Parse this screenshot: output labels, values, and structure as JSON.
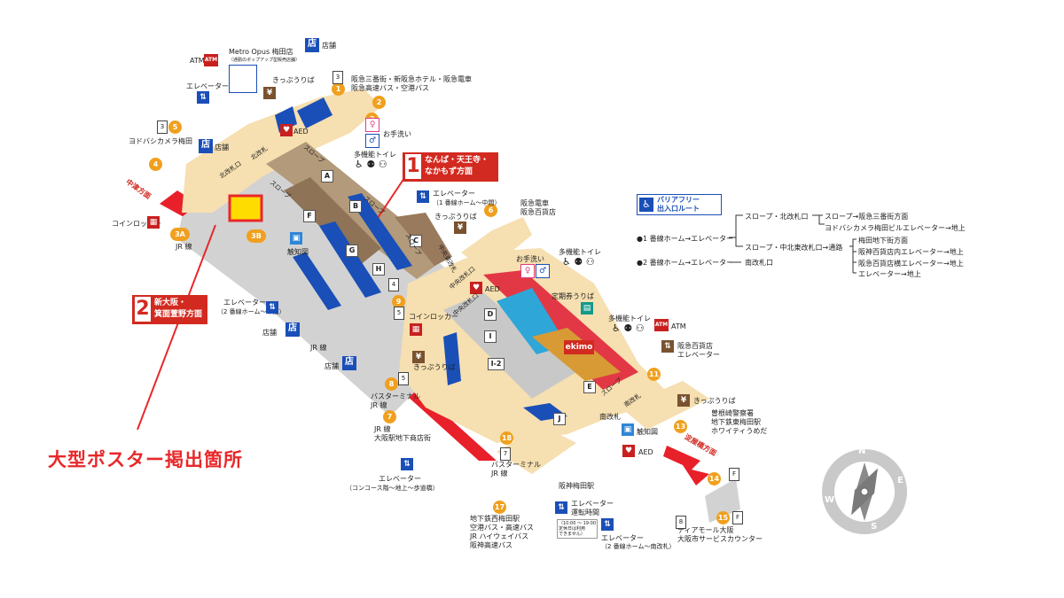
{
  "poster_label": "大型ポスター掲出箇所",
  "direction_boxes": [
    {
      "number": "1",
      "text": "なんば・天王寺・\nなかもず方面"
    },
    {
      "number": "2",
      "text": "新大阪・\n箕面萱野方面"
    }
  ],
  "directions": {
    "left": "中津方面",
    "right": "淀屋橋方面"
  },
  "exits": [
    {
      "id": "1",
      "label": "阪急三番街・新阪急ホテル・阪急電車\n阪急高速バス・空港バス"
    },
    {
      "id": "2",
      "label": ""
    },
    {
      "id": "3",
      "label": ""
    },
    {
      "id": "4",
      "label": "ヨドバシカメラ梅田"
    },
    {
      "id": "5",
      "label": ""
    },
    {
      "id": "6",
      "label": "阪急電車\n阪急百貨店"
    },
    {
      "id": "7",
      "label": "JR 線\n大阪駅地下商店街"
    },
    {
      "id": "8",
      "label": "バスターミナル\nJR 線"
    },
    {
      "id": "9",
      "label": ""
    },
    {
      "id": "11",
      "label": ""
    },
    {
      "id": "13",
      "label": "曽根崎警察署\n地下鉄東梅田駅\nホワイティうめだ"
    },
    {
      "id": "14",
      "label": ""
    },
    {
      "id": "15",
      "label": "ディアモール大阪\n大阪市サービスカウンター"
    },
    {
      "id": "17",
      "label": "地下鉄西梅田駅\n空港バス・高速バス\nJR ハイウェイバス\n阪神高速バス"
    },
    {
      "id": "18",
      "label": ""
    },
    {
      "id": "3A",
      "label": "JR 線"
    },
    {
      "id": "3B",
      "label": ""
    }
  ],
  "letters": [
    "A",
    "B",
    "C",
    "D",
    "E",
    "F",
    "G",
    "H",
    "I",
    "I-2",
    "J"
  ],
  "facilities": {
    "atm_top": "ATM",
    "metro_opus": "Metro Opus 梅田店",
    "metro_opus_sub": "（通勤のポップアップ型販売店舗）",
    "shop_top": "店舗",
    "elevator_top": "エレベーター",
    "kippu_top": "きっぷうりば",
    "aed_top": "AED",
    "otearai_top": "お手洗い",
    "tamokuteki_top": "多機能トイレ",
    "shop_left": "店舗",
    "coin_locker_left": "コインロッカー",
    "elevator_mid": "エレベーター",
    "elevator_mid_sub": "（1 番線ホーム～中間）",
    "kippu_mid": "きっぷうりば",
    "shokuzu": "触知図",
    "elevator_left": "エレベーター",
    "elevator_left_sub": "（2 番線ホーム～中間）",
    "shop_bottom1": "店舗",
    "jr_line": "JR 線",
    "shop_bottom2": "店舗",
    "coin_locker_mid": "コインロッカー",
    "kippu_lower": "きっぷうりば",
    "otearai_right": "お手洗い",
    "tamokuteki_right": "多機能トイレ",
    "aed_right": "AED",
    "teiki": "定期券うりば",
    "tamokuteki_right2": "多機能トイレ",
    "atm_right": "ATM",
    "hankyu_elev": "阪急百貨店\nエレベーター",
    "ekimo": "ekimo",
    "kippu_right": "きっぷうりば",
    "minami_kaisatsu": "南改札",
    "shokuzu_right": "触知図",
    "aed_bottom": "AED",
    "bus_terminal": "バスターミナル\nJR 線",
    "elevator_concourse": "エレベーター",
    "elevator_concourse_sub": "（コンコース階～地上～歩道橋）",
    "hanshin_umeda": "阪神梅田駅",
    "elevator_hours": "エレベーター\n運転時間",
    "hours_note": "（10:00 ～ 19:00\n定休日は利用\nできません）",
    "elevator_bottom": "エレベーター",
    "elevator_bottom_sub": "（2 番線ホーム～南改札）",
    "kita_kaisatsu": "北改札",
    "naka_higashi_kaisatsu": "中央東改札",
    "minami_kaisatsu_floor": "南改札",
    "corridor_labels": [
      "スロープ",
      "スロープ",
      "スロープ",
      "スロープ",
      "スロープ",
      "中央改札口",
      "中央改札口",
      "北改札口"
    ]
  },
  "barrier_free": {
    "title": "バリアフリー\n出入口ルート",
    "routes": [
      {
        "start": "●1 番線ホーム→エレベーター",
        "branches": [
          {
            "mid": "スロープ・北改札口",
            "end": "スロープ→阪急三番街方面",
            "end2": "ヨドバシカメラ梅田ビルエレベーター→地上"
          },
          {
            "mid": "スロープ・中北東改札口→通路",
            "ends": [
              "梅田地下街方面",
              "阪神百貨店内エレベーター→地上",
              "阪急百貨店横エレベーター→地上",
              "エレベーター→地上"
            ]
          }
        ]
      },
      {
        "start": "●2 番線ホーム→エレベーター",
        "mid": "南改札口"
      }
    ]
  },
  "compass": {
    "letters": [
      "N",
      "E",
      "S",
      "W"
    ]
  },
  "colors": {
    "accent_red": "#d22a20",
    "exit_orange": "#f0a01e",
    "floor_tan": "#f6dfb0",
    "platform_gray": "#c8c8c8",
    "facility_blue": "#1a4fb8"
  }
}
